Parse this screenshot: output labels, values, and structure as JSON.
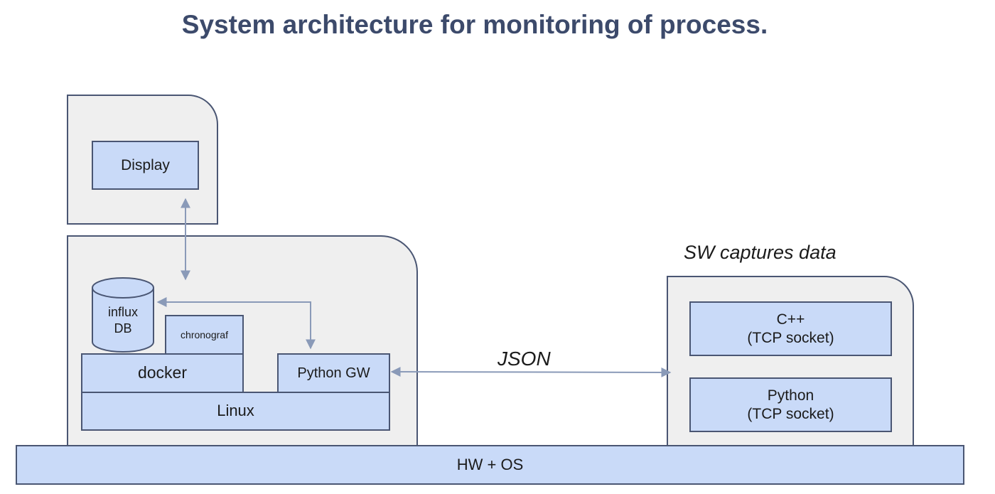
{
  "title": "System architecture for monitoring of process.",
  "display_panel": {
    "display_label": "Display"
  },
  "server_panel": {
    "db_line1": "influx",
    "db_line2": "DB",
    "chronograf_label": "chronograf",
    "docker_label": "docker",
    "python_gw_label": "Python GW",
    "linux_label": "Linux"
  },
  "connection_label": "JSON",
  "capture_panel": {
    "caption": "SW captures data",
    "cpp_line1": "C++",
    "cpp_line2": "(TCP socket)",
    "python_line1": "Python",
    "python_line2": "(TCP socket)"
  },
  "base_label": "HW + OS",
  "colors": {
    "box_fill": "#c9daf8",
    "panel_fill": "#efefef",
    "stroke": "#4a5673",
    "arrow": "#8a9ab8",
    "title": "#3c4a6b"
  }
}
